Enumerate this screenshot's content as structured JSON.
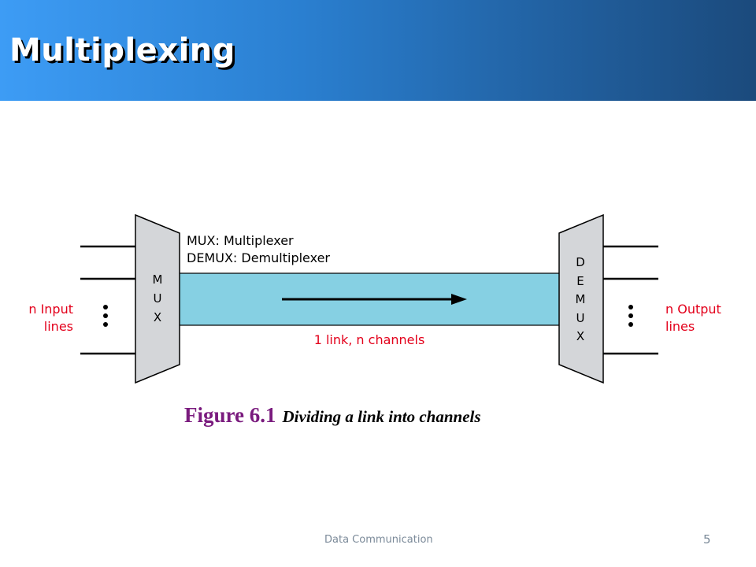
{
  "slide": {
    "title": "Multiplexing",
    "footer": "Data Communication",
    "page_number": "5"
  },
  "diagram": {
    "legend": {
      "mux": "MUX: Multiplexer",
      "demux": "DEMUX: Demultiplexer"
    },
    "mux_label": [
      "M",
      "U",
      "X"
    ],
    "demux_label": [
      "D",
      "E",
      "M",
      "U",
      "X"
    ],
    "input_label": [
      "n Input",
      "lines"
    ],
    "output_label": [
      "n Output",
      "lines"
    ],
    "link_label": "1 link, n channels",
    "colors": {
      "link": "#86d0e3",
      "device": "#d4d6d9",
      "annotation": "#e3001b",
      "stroke": "#000000"
    }
  },
  "caption": {
    "label": "Figure 6.1",
    "text": "Dividing a link into channels"
  }
}
